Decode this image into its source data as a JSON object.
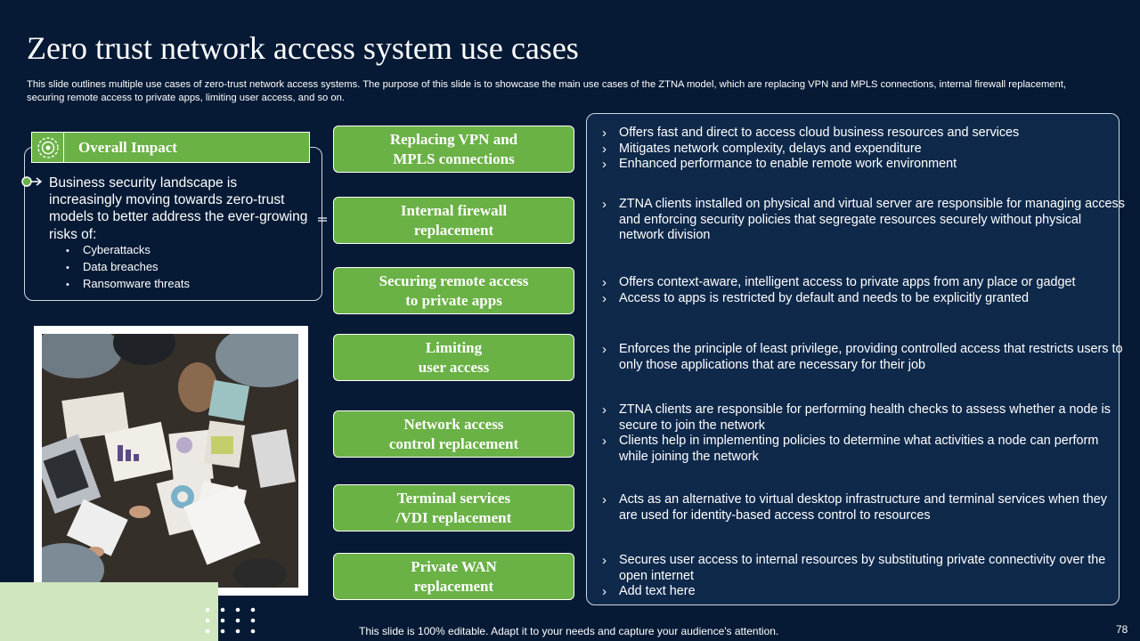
{
  "slide": {
    "title": "Zero trust network access system use cases",
    "subtitle": "This slide outlines multiple use cases of zero-trust network access systems. The purpose of this slide is to showcase the main use cases of the ZTNA model, which are replacing VPN and MPLS connections, internal firewall replacement, securing remote access to private apps, limiting user access, and so on.",
    "footer": "This slide is 100% editable. Adapt it to your needs and capture your audience's attention.",
    "page_number": "78"
  },
  "impact": {
    "heading": "Overall Impact",
    "icon": "target-gear-icon",
    "text": "Business security landscape is increasingly moving towards zero-trust models to better address the ever-growing risks of:",
    "risks": [
      "Cyberattacks",
      "Data breaches",
      "Ransomware threats"
    ]
  },
  "use_cases": [
    {
      "label": "Replacing VPN and\nMPLS connections",
      "details": [
        "Offers fast and direct to access cloud business resources and services",
        "Mitigates network complexity, delays and expenditure",
        "Enhanced performance to enable remote work environment"
      ]
    },
    {
      "label": "Internal firewall\nreplacement",
      "details": [
        "ZTNA clients installed on physical and virtual server are responsible for managing access and enforcing security policies that segregate resources securely without physical network division"
      ]
    },
    {
      "label": "Securing remote access\nto private apps",
      "details": [
        "Offers context-aware, intelligent access to private apps from any place or gadget",
        "Access to apps is restricted by default and needs to be explicitly granted"
      ]
    },
    {
      "label": "Limiting\nuser access",
      "details": [
        "Enforces the principle of least privilege, providing controlled access that restricts users to only those applications that are necessary for their job"
      ]
    },
    {
      "label": "Network access\ncontrol replacement",
      "details": [
        "ZTNA clients are responsible for performing health checks to assess whether a node is secure to join the network",
        "Clients help in implementing policies to determine what activities a node can perform while joining the network"
      ]
    },
    {
      "label": "Terminal services\n/VDI replacement",
      "details": [
        "Acts as an alternative to virtual desktop infrastructure and terminal services when they are used for identity-based access control to resources"
      ]
    },
    {
      "label": "Private WAN\nreplacement",
      "details": [
        "Secures user access to internal resources by substituting private connectivity over the open internet",
        "Add text here"
      ]
    }
  ],
  "colors": {
    "background": "#061a35",
    "panel": "#0f294b",
    "accent_green": "#6ab146",
    "light_green": "#cfe6bf"
  }
}
